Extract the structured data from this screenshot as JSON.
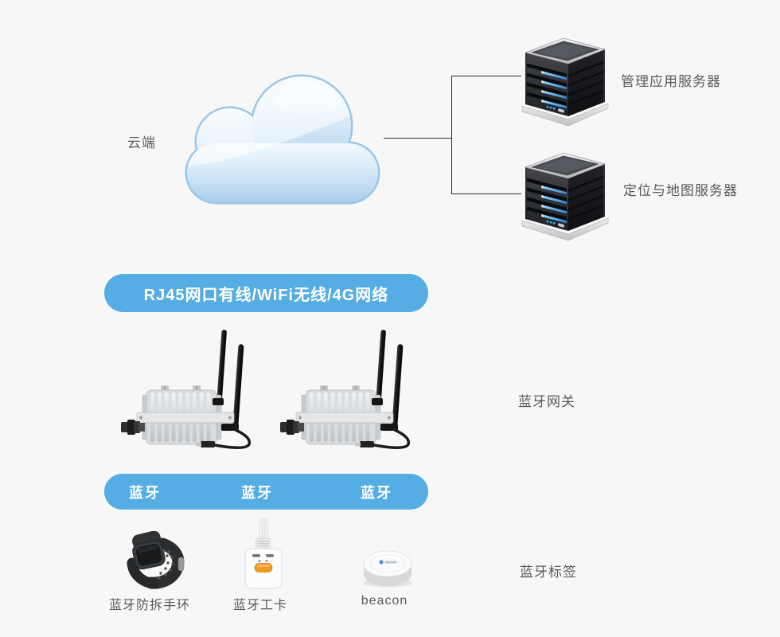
{
  "colors": {
    "background": "#f7f7f8",
    "banner_blue": "#55ade4",
    "label_gray": "#58595b",
    "line": "#2b2b2b",
    "cloud_stroke": "#9cc6e6",
    "led_blue": "#3fa9f5"
  },
  "cloud": {
    "label": "云端"
  },
  "servers": {
    "items": [
      {
        "label": "管理应用服务器"
      },
      {
        "label": "定位与地图服务器"
      }
    ]
  },
  "network_banner": {
    "label": "RJ45网口有线/WiFi无线/4G网络"
  },
  "gateway": {
    "label": "蓝牙网关",
    "count": 2
  },
  "bluetooth_banner": {
    "items": [
      "蓝牙",
      "蓝牙",
      "蓝牙"
    ]
  },
  "tags": {
    "label": "蓝牙标签",
    "items": [
      {
        "label": "蓝牙防拆手环"
      },
      {
        "label": "蓝牙工卡"
      },
      {
        "label": "beacon"
      }
    ]
  }
}
